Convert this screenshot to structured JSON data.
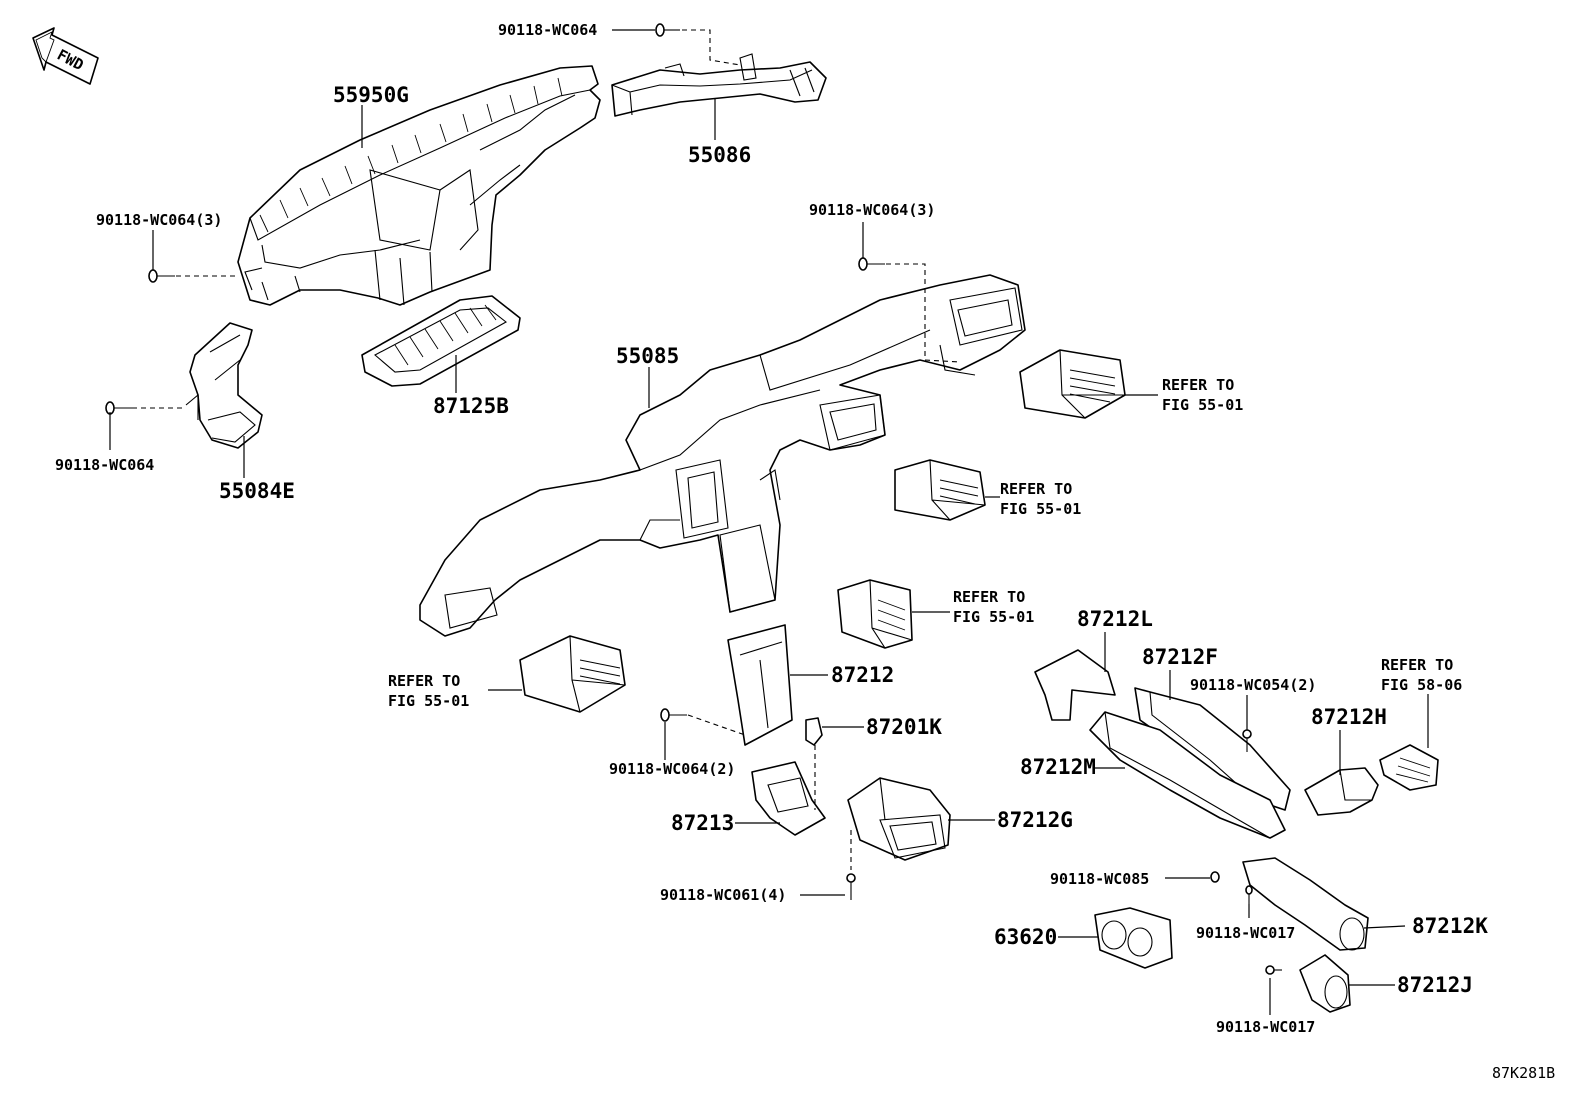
{
  "fwd_label": "FWD",
  "figure_code": "87K281B",
  "parts": {
    "p55950G": "55950G",
    "p55086": "55086",
    "p90118_WC064_top": "90118-WC064",
    "p90118_WC064_3_left": "90118-WC064(3)",
    "p90118_WC064_3_right": "90118-WC064(3)",
    "p90118_WC064_mid": "90118-WC064",
    "p55084E": "55084E",
    "p87125B": "87125B",
    "p55085": "55085",
    "p87212": "87212",
    "p87201K": "87201K",
    "p90118_WC064_2": "90118-WC064(2)",
    "p87213": "87213",
    "p87212G": "87212G",
    "p90118_WC061_4": "90118-WC061(4)",
    "p87212L": "87212L",
    "p87212F": "87212F",
    "p90118_WC054_2": "90118-WC054(2)",
    "p87212H": "87212H",
    "p87212M": "87212M",
    "p90118_WC085": "90118-WC085",
    "p90118_WC017_a": "90118-WC017",
    "p90118_WC017_b": "90118-WC017",
    "p87212K": "87212K",
    "p87212J": "87212J",
    "p63620": "63620"
  },
  "refs": {
    "ref1_a": "REFER TO",
    "ref1_b": "FIG 55-01",
    "ref2_a": "REFER TO",
    "ref2_b": "FIG 55-01",
    "ref3_a": "REFER TO",
    "ref3_b": "FIG 55-01",
    "ref4_a": "REFER TO",
    "ref4_b": "FIG 55-01",
    "ref5_a": "REFER TO",
    "ref5_b": "FIG 58-06"
  }
}
